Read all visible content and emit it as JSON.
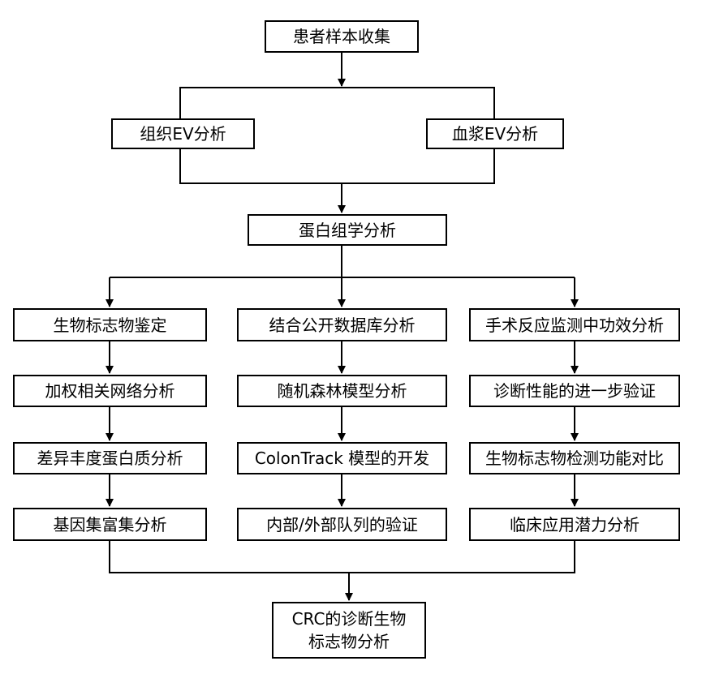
{
  "nodes": {
    "sample_collection": "患者样本收集",
    "tissue_ev": "组织EV分析",
    "plasma_ev": "血浆EV分析",
    "proteomics": "蛋白组学分析",
    "biomarker_id": "生物标志物鉴定",
    "weighted_network": "加权相关网络分析",
    "diff_protein": "差异丰度蛋白质分析",
    "gsea": "基因集富集分析",
    "public_db": "结合公开数据库分析",
    "random_forest": "随机森林模型分析",
    "colontrack": "ColonTrack 模型的开发",
    "cohort_validation": "内部/外部队列的验证",
    "surgery_monitor": "手术反应监测中功效分析",
    "diag_validation": "诊断性能的进一步验证",
    "biomarker_compare": "生物标志物检测功能对比",
    "clinical_potential": "临床应用潜力分析",
    "final": "CRC的诊断生物\n标志物分析"
  }
}
